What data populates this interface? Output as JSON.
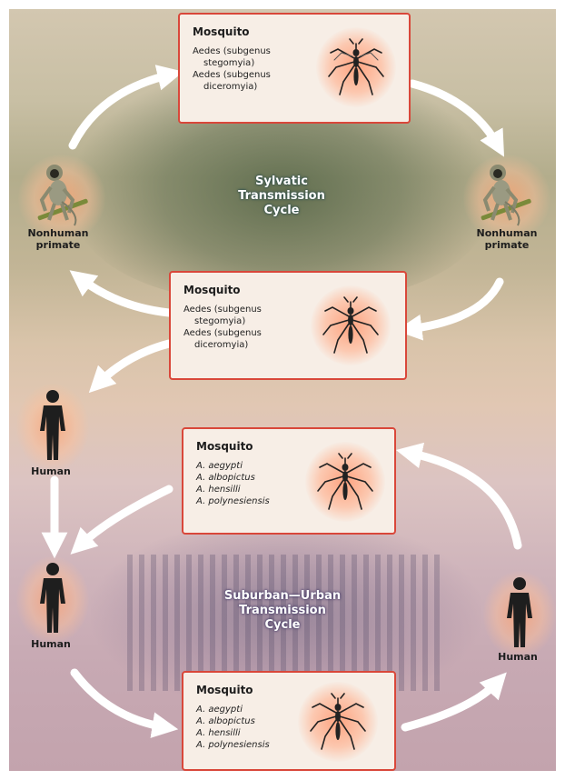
{
  "sylvatic": {
    "cycle_label": [
      "Sylvatic",
      "Transmission",
      "Cycle"
    ],
    "mosquito_top": {
      "heading": "Mosquito",
      "lines": [
        "Aedes (subgenus",
        "stegomyia)",
        "Aedes (subgenus",
        "diceromyia)"
      ]
    },
    "mosquito_mid": {
      "heading": "Mosquito",
      "lines": [
        "Aedes (subgenus",
        "stegomyia)",
        "Aedes (subgenus",
        "diceromyia)"
      ]
    },
    "primate_left": [
      "Nonhuman",
      "primate"
    ],
    "primate_right": [
      "Nonhuman",
      "primate"
    ]
  },
  "urban": {
    "cycle_label": [
      "Suburban—Urban",
      "Transmission",
      "Cycle"
    ],
    "mosquito_upper": {
      "heading": "Mosquito",
      "lines": [
        "A. aegypti",
        "A. albopictus",
        "A. hensilli",
        "A. polynesiensis"
      ]
    },
    "mosquito_bottom": {
      "heading": "Mosquito",
      "lines": [
        "A. aegypti",
        "A. albopictus",
        "A. hensilli",
        "A. polynesiensis"
      ]
    },
    "human_upper_left": "Human",
    "human_lower_left": "Human",
    "human_right": "Human"
  },
  "colors": {
    "box_border": "#d9473a",
    "box_fill": "#f7eee6",
    "arrow": "#ffffff",
    "halo": "#ff9f72"
  },
  "icons": [
    "mosquito-icon",
    "monkey-icon",
    "human-silhouette-icon",
    "arrow-icon"
  ]
}
